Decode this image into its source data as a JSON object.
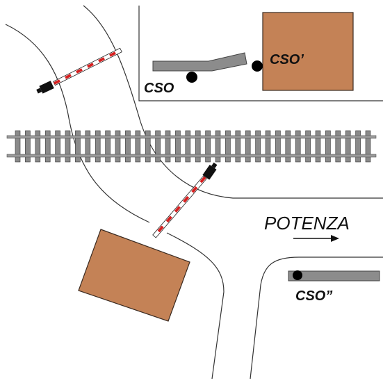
{
  "labels": {
    "cso": "CSO",
    "cso_prime": "CSO’",
    "cso_double": "CSO”",
    "direction": "POTENZA"
  },
  "colors": {
    "building": "#C48256",
    "building_stroke": "#3a2a20",
    "road_line": "#333333",
    "sleeper": "#8a8a8a",
    "sleeper_stroke": "#333333",
    "rail": "#9a9a9a",
    "barrier_red": "#d62020",
    "barrier_white": "#ffffff",
    "barrier_post": "#111111",
    "pipe": "#8c8c8c",
    "sensor_dot": "#000000"
  },
  "icons": {
    "barrier_left": "level-crossing-barrier-icon",
    "barrier_right": "level-crossing-barrier-icon",
    "direction_arrow": "arrow-right-icon"
  }
}
